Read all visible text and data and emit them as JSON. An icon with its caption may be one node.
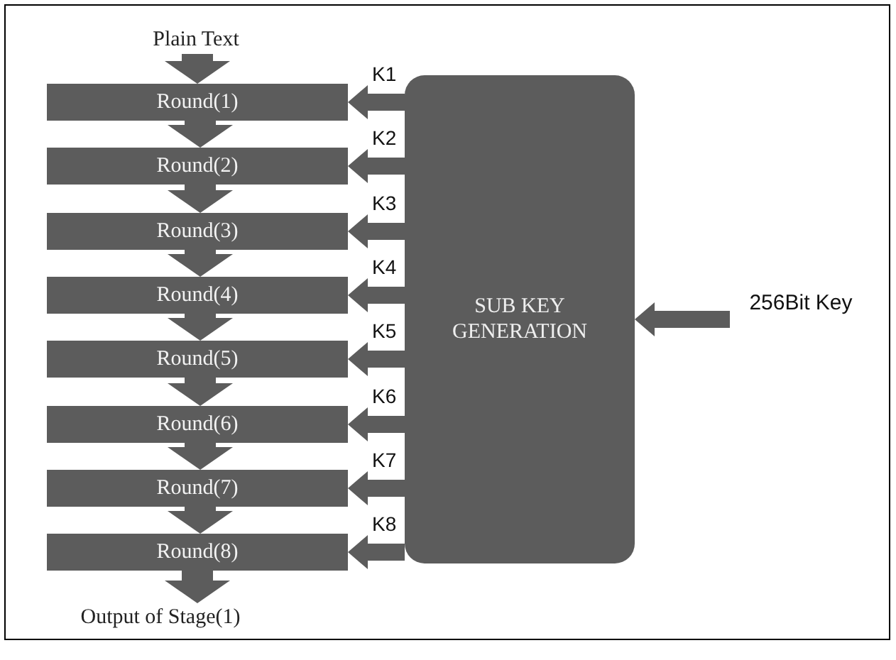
{
  "diagram": {
    "nodes": [
      {
        "text": [
          "Plain Text"
        ]
      },
      {
        "text": [
          "Round(1)"
        ]
      },
      {
        "text": [
          "Round(2)"
        ]
      },
      {
        "text": [
          "Round(3)"
        ]
      },
      {
        "text": [
          "Round(4)"
        ]
      },
      {
        "text": [
          "Round(5)"
        ]
      },
      {
        "text": [
          "Round(6)"
        ]
      },
      {
        "text": [
          "Round(7)"
        ]
      },
      {
        "text": [
          "Round(8)"
        ]
      },
      {
        "text": [
          "Output of  Stage(1)"
        ]
      },
      {
        "text": [
          "SUB KEY GENERATION"
        ]
      },
      {
        "text": [
          "256Bit Key"
        ]
      }
    ],
    "edges": [
      {
        "from": 0,
        "to": 1,
        "arrow": "to",
        "style": "thick"
      },
      {
        "from": 1,
        "to": 2,
        "arrow": "to",
        "style": "thick"
      },
      {
        "from": 2,
        "to": 3,
        "arrow": "to",
        "style": "thick"
      },
      {
        "from": 3,
        "to": 4,
        "arrow": "to",
        "style": "thick"
      },
      {
        "from": 4,
        "to": 5,
        "arrow": "to",
        "style": "thick"
      },
      {
        "from": 5,
        "to": 6,
        "arrow": "to",
        "style": "thick"
      },
      {
        "from": 6,
        "to": 7,
        "arrow": "to",
        "style": "thick"
      },
      {
        "from": 7,
        "to": 8,
        "arrow": "to",
        "style": "thick"
      },
      {
        "from": 8,
        "to": 9,
        "arrow": "to",
        "style": "thick"
      },
      {
        "from": 10,
        "to": 1,
        "arrow": "to",
        "label": "K1"
      },
      {
        "from": 10,
        "to": 2,
        "arrow": "to",
        "label": "K2"
      },
      {
        "from": 10,
        "to": 3,
        "arrow": "to",
        "label": "K3"
      },
      {
        "from": 10,
        "to": 4,
        "arrow": "to",
        "label": "K4"
      },
      {
        "from": 10,
        "to": 5,
        "arrow": "to",
        "label": "K5"
      },
      {
        "from": 10,
        "to": 6,
        "arrow": "to",
        "label": "K6"
      },
      {
        "from": 10,
        "to": 7,
        "arrow": "to",
        "label": "K7"
      },
      {
        "from": 10,
        "to": 8,
        "arrow": "to",
        "label": "K8"
      },
      {
        "from": 11,
        "to": 10,
        "arrow": "to"
      }
    ]
  }
}
